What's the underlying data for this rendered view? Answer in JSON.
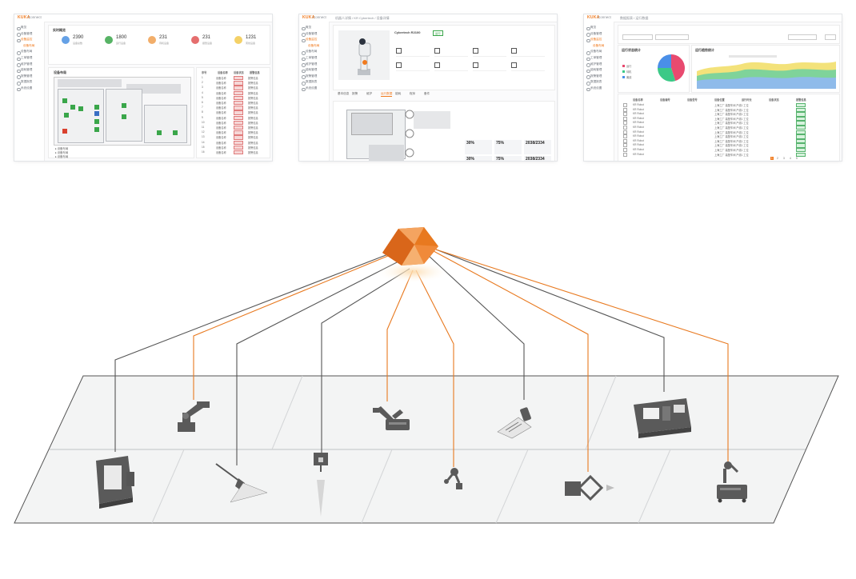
{
  "screens": [
    {
      "brand": "KUKA",
      "app_name": "Connect",
      "breadcrumb": "",
      "nav_items": [
        "概览",
        "设备管理",
        "设备监控",
        "设备布局",
        "工单管理",
        "维护管理",
        "能耗管理",
        "报警管理",
        "数据报表",
        "系统设置"
      ],
      "header_title": "实时概览",
      "stats": [
        {
          "value": "2390",
          "label": "设备总数",
          "color": "#4a90e2"
        },
        {
          "value": "1800",
          "label": "运行设备",
          "color": "#3aa64a"
        },
        {
          "value": "231",
          "label": "待机设备",
          "color": "#f0a050"
        },
        {
          "value": "231",
          "label": "报警设备",
          "color": "#e05555"
        },
        {
          "value": "1231",
          "label": "离线设备",
          "color": "#f2c94c"
        }
      ],
      "layout_title": "设备布局",
      "expanders": [
        "设备布局",
        "设备布局",
        "设备布局"
      ],
      "table_headers": [
        "序号",
        "设备名称",
        "设备状态",
        "报警信息"
      ],
      "table_cell_name": "设备名称",
      "table_cell_status": "故障",
      "table_cell_alarm": "报警信息"
    },
    {
      "brand": "KUKA",
      "app_name": "Connect",
      "breadcrumb": "机器人详情 / KR Cybertech / 设备详情",
      "robot_title": "Cybertech R2100",
      "robot_status": "运行",
      "tabs": [
        "基本信息",
        "报警",
        "维护",
        "运行数据",
        "能耗",
        "程序",
        "备件"
      ],
      "metrics": [
        {
          "value": "30",
          "unit": "%"
        },
        {
          "value": "75",
          "unit": "%"
        },
        {
          "value": "2038/2334",
          "unit": ""
        },
        {
          "value": "30",
          "unit": "%"
        },
        {
          "value": "75",
          "unit": "%"
        },
        {
          "value": "2038/2334",
          "unit": ""
        }
      ]
    },
    {
      "brand": "KUKA",
      "app_name": "Connect",
      "breadcrumb": "数据报表 / 运行数据",
      "panel_left": "运行状态统计",
      "panel_right": "运行趋势统计",
      "pie": [
        {
          "name": "运行",
          "value": 45,
          "color": "#e84a6f"
        },
        {
          "name": "待机",
          "value": 30,
          "color": "#3cc987"
        },
        {
          "name": "离线",
          "value": 25,
          "color": "#4a8fe8"
        }
      ],
      "table_headers": [
        "设备名称",
        "设备编号",
        "设备型号",
        "设备位置",
        "运行时长",
        "设备状态",
        "报警信息"
      ],
      "row_name": "KR Robot",
      "row_location": "上海工厂 装配车间 产线1 工位",
      "row_status": "正常运行",
      "pagination": [
        "1",
        "2",
        "3",
        "4",
        "5"
      ]
    }
  ],
  "diagram": {
    "hub": "orange-gem-cloud-hub",
    "devices_back": [
      "industrial-robot-arm-icon",
      "mobile-robot-icon",
      "barcode-scanner-icon",
      "cnc-machine-icon"
    ],
    "devices_front": [
      "machine-tool-icon",
      "welding-torch-icon",
      "spindle-tool-icon",
      "collaborative-robot-icon",
      "gripper-sensor-icon",
      "mobile-manipulator-icon"
    ],
    "colors": {
      "orange": "#e8791f",
      "gray": "#555555",
      "floor": "#f3f4f4",
      "device": "#5a5a5a"
    }
  }
}
